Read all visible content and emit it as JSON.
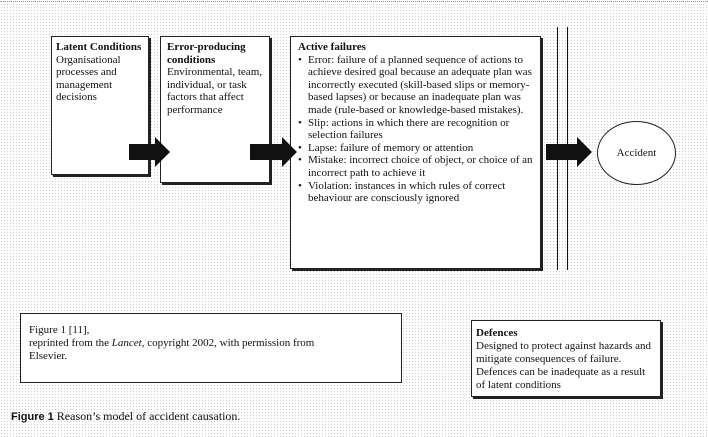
{
  "latent": {
    "title": "Latent Conditions",
    "body": "Organisational processes and management decisions"
  },
  "error_producing": {
    "title": "Error-producing conditions",
    "body": "Environmental, team, individual, or task factors that affect performance"
  },
  "active_failures": {
    "title": "Active failures",
    "items": [
      "Error: failure of a planned sequence of actions to achieve desired goal because an adequate plan was incorrectly executed (skill-based slips or memory-based lapses) or because an inadequate plan was made (rule-based or knowledge-based mistakes).",
      "Slip: actions in which there are recognition or selection failures",
      "Lapse: failure of memory or attention",
      "Mistake: incorrect choice of object, or choice of an incorrect path to achieve it",
      "Violation: instances in which rules of correct behaviour are consciously ignored"
    ]
  },
  "accident": {
    "label": "Accident"
  },
  "figure_note": {
    "line1": "Figure 1 [11],",
    "line2_pre": "reprinted from the ",
    "line2_italic": "Lancet",
    "line2_post": ", copyright 2002, with permission from",
    "line3": "Elsevier."
  },
  "defences": {
    "title": "Defences",
    "body": "Designed to protect against hazards and mitigate consequences of failure. Defences can be inadequate as a result of latent conditions"
  },
  "caption": {
    "label": "Figure 1",
    "text": "Reason’s model of accident causation."
  }
}
